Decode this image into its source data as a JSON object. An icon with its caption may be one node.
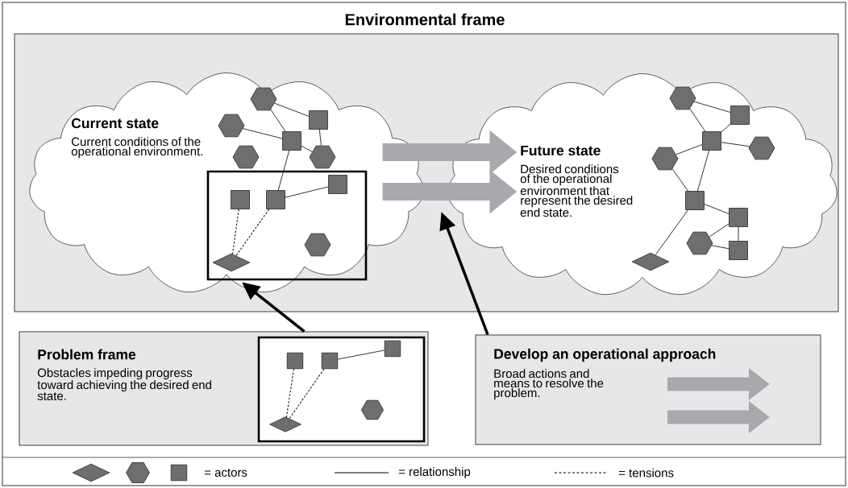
{
  "diagram": {
    "nodes": [
      {
        "text": [
          "Environmental frame"
        ]
      },
      {
        "text": [
          "Current state",
          "Current conditions of the operational environment."
        ],
        "in": 0
      },
      {
        "text": [],
        "shape": "box",
        "in": 1
      },
      {
        "text": [],
        "shape": "hexagon",
        "in": 1
      },
      {
        "text": [],
        "shape": "hexagon",
        "in": 1
      },
      {
        "text": [],
        "shape": "square",
        "in": 1
      },
      {
        "text": [],
        "shape": "square",
        "in": 1
      },
      {
        "text": [],
        "shape": "hexagon",
        "in": 1
      },
      {
        "text": [],
        "shape": "hexagon",
        "in": 1
      },
      {
        "text": [],
        "shape": "square",
        "in": 2
      },
      {
        "text": [],
        "shape": "square",
        "in": 2
      },
      {
        "text": [],
        "shape": "square",
        "in": 2
      },
      {
        "text": [],
        "shape": "hexagon",
        "in": 2
      },
      {
        "text": [],
        "shape": "diamond",
        "in": 2
      },
      {
        "text": [
          "Future state",
          "Desired conditions of the operational environment that represent the desired end state."
        ],
        "in": 0
      },
      {
        "text": [],
        "shape": "hexagon",
        "in": 14
      },
      {
        "text": [],
        "shape": "square",
        "in": 14
      },
      {
        "text": [],
        "shape": "square",
        "in": 14
      },
      {
        "text": [],
        "shape": "hexagon",
        "in": 14
      },
      {
        "text": [],
        "shape": "hexagon",
        "in": 14
      },
      {
        "text": [],
        "shape": "square",
        "in": 14
      },
      {
        "text": [],
        "shape": "square",
        "in": 14
      },
      {
        "text": [],
        "shape": "hexagon",
        "in": 14
      },
      {
        "text": [],
        "shape": "square",
        "in": 14
      },
      {
        "text": [],
        "shape": "diamond",
        "in": 14
      },
      {
        "text": [
          "Problem frame",
          "Obstacles impeding progress toward achieving the desired end state."
        ]
      },
      {
        "text": [],
        "shape": "box",
        "in": 25
      },
      {
        "text": [],
        "shape": "square",
        "in": 26
      },
      {
        "text": [],
        "shape": "square",
        "in": 26
      },
      {
        "text": [],
        "shape": "square",
        "in": 26
      },
      {
        "text": [],
        "shape": "hexagon",
        "in": 26
      },
      {
        "text": [],
        "shape": "diamond",
        "in": 26
      },
      {
        "text": [
          "Develop an operational approach",
          "Broad actions and means to resolve the problem."
        ]
      }
    ],
    "edges": [
      {
        "from": 1,
        "to": 14,
        "arrow": "to",
        "style": "thick",
        "color": "#a7a9ac"
      },
      {
        "from": 1,
        "to": 14,
        "arrow": "to",
        "style": "thick",
        "color": "#a7a9ac"
      },
      {
        "from": 25,
        "to": 2,
        "arrow": "to",
        "style": "thick"
      },
      {
        "from": 32,
        "to": 14,
        "arrow": "to",
        "style": "thick"
      },
      {
        "from": 3,
        "to": 5,
        "arrow": "none"
      },
      {
        "from": 3,
        "to": 6,
        "arrow": "none"
      },
      {
        "from": 4,
        "to": 6,
        "arrow": "none"
      },
      {
        "from": 6,
        "to": 8,
        "arrow": "none"
      },
      {
        "from": 5,
        "to": 8,
        "arrow": "none"
      },
      {
        "from": 6,
        "to": 10,
        "arrow": "none"
      },
      {
        "from": 10,
        "to": 11,
        "arrow": "none"
      },
      {
        "from": 9,
        "to": 13,
        "arrow": "none",
        "style": "dashed"
      },
      {
        "from": 10,
        "to": 13,
        "arrow": "none",
        "style": "dashed"
      },
      {
        "from": 15,
        "to": 16,
        "arrow": "none"
      },
      {
        "from": 15,
        "to": 17,
        "arrow": "none"
      },
      {
        "from": 17,
        "to": 16,
        "arrow": "none"
      },
      {
        "from": 17,
        "to": 18,
        "arrow": "none"
      },
      {
        "from": 19,
        "to": 17,
        "arrow": "none"
      },
      {
        "from": 17,
        "to": 20,
        "arrow": "none"
      },
      {
        "from": 19,
        "to": 20,
        "arrow": "none"
      },
      {
        "from": 20,
        "to": 21,
        "arrow": "none"
      },
      {
        "from": 21,
        "to": 23,
        "arrow": "none"
      },
      {
        "from": 21,
        "to": 22,
        "arrow": "none"
      },
      {
        "from": 22,
        "to": 23,
        "arrow": "none"
      },
      {
        "from": 20,
        "to": 24,
        "arrow": "none"
      },
      {
        "from": 28,
        "to": 29,
        "arrow": "none"
      },
      {
        "from": 27,
        "to": 31,
        "arrow": "none",
        "style": "dashed"
      },
      {
        "from": 28,
        "to": 31,
        "arrow": "none",
        "style": "dashed"
      }
    ],
    "legend": [
      {
        "text": "= actors"
      },
      {
        "text": "= relationship"
      },
      {
        "text": "= tensions"
      }
    ]
  }
}
